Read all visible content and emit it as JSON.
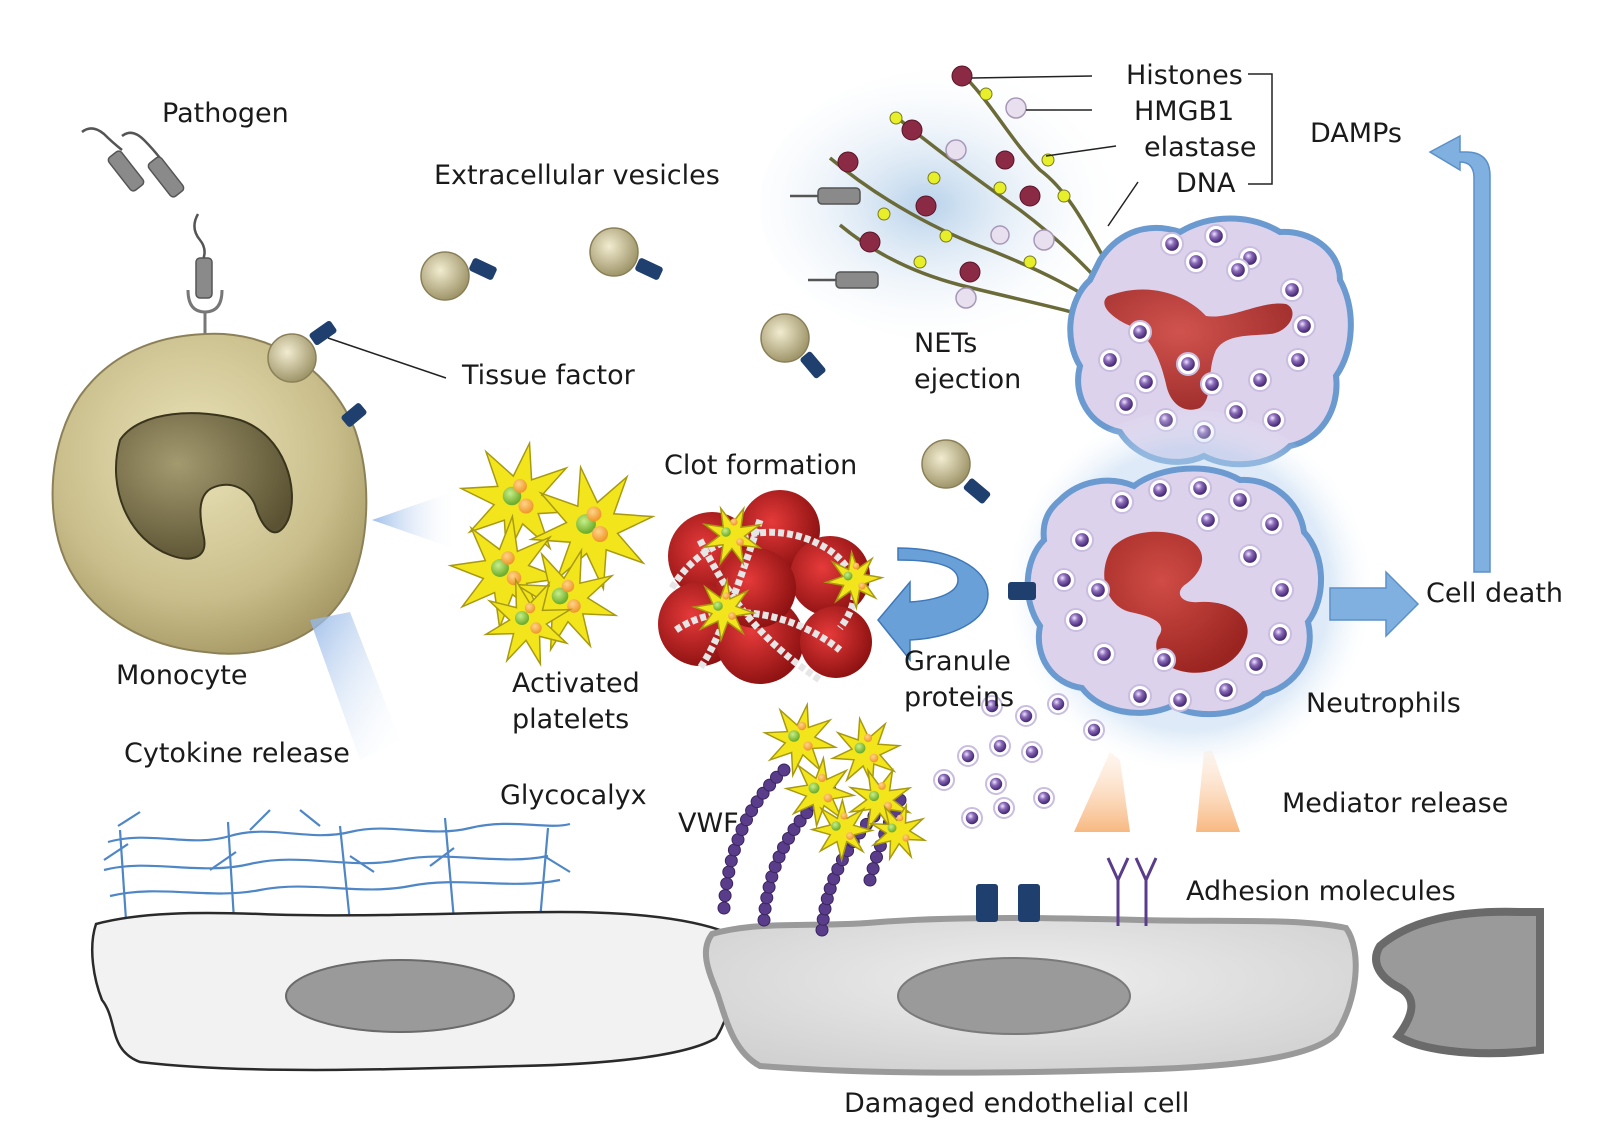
{
  "labels": {
    "pathogen": "Pathogen",
    "extracellular_vesicles": "Extracellular vesicles",
    "histones": "Histones",
    "hmgb1": "HMGB1",
    "elastase": "elastase",
    "dna": "DNA",
    "damps": "DAMPs",
    "tissue_factor": "Tissue factor",
    "nets_ejection_line1": "NETs",
    "nets_ejection_line2": "ejection",
    "clot_formation": "Clot formation",
    "monocyte": "Monocyte",
    "activated_platelets_line1": "Activated",
    "activated_platelets_line2": "platelets",
    "granule_proteins_line1": "Granule",
    "granule_proteins_line2": "proteins",
    "cell_death": "Cell death",
    "neutrophils": "Neutrophils",
    "cytokine_release": "Cytokine release",
    "glycocalyx": "Glycocalyx",
    "vwf": "VWF",
    "mediator_release": "Mediator release",
    "adhesion_molecules": "Adhesion molecules",
    "damaged_endothelial_cell": "Damaged endothelial cell"
  },
  "colors": {
    "monocyte": "#c8bd8a",
    "neutrophil": "#dcd2ec",
    "neutrophil_border": "#6a9ad0",
    "nucleus_red": "#b8302c",
    "granule": "#7a5aa0",
    "platelet": "#f2e51c",
    "tissue_factor": "#1f3f6e",
    "arrow_blue": "#7fb0e0",
    "mediator_orange": "#f8c090",
    "endothelium": "#e4e4e4",
    "glycocalyx": "#4f86c6",
    "vwf": "#5a3d8a",
    "nets_glow": "#c8dcf0"
  }
}
